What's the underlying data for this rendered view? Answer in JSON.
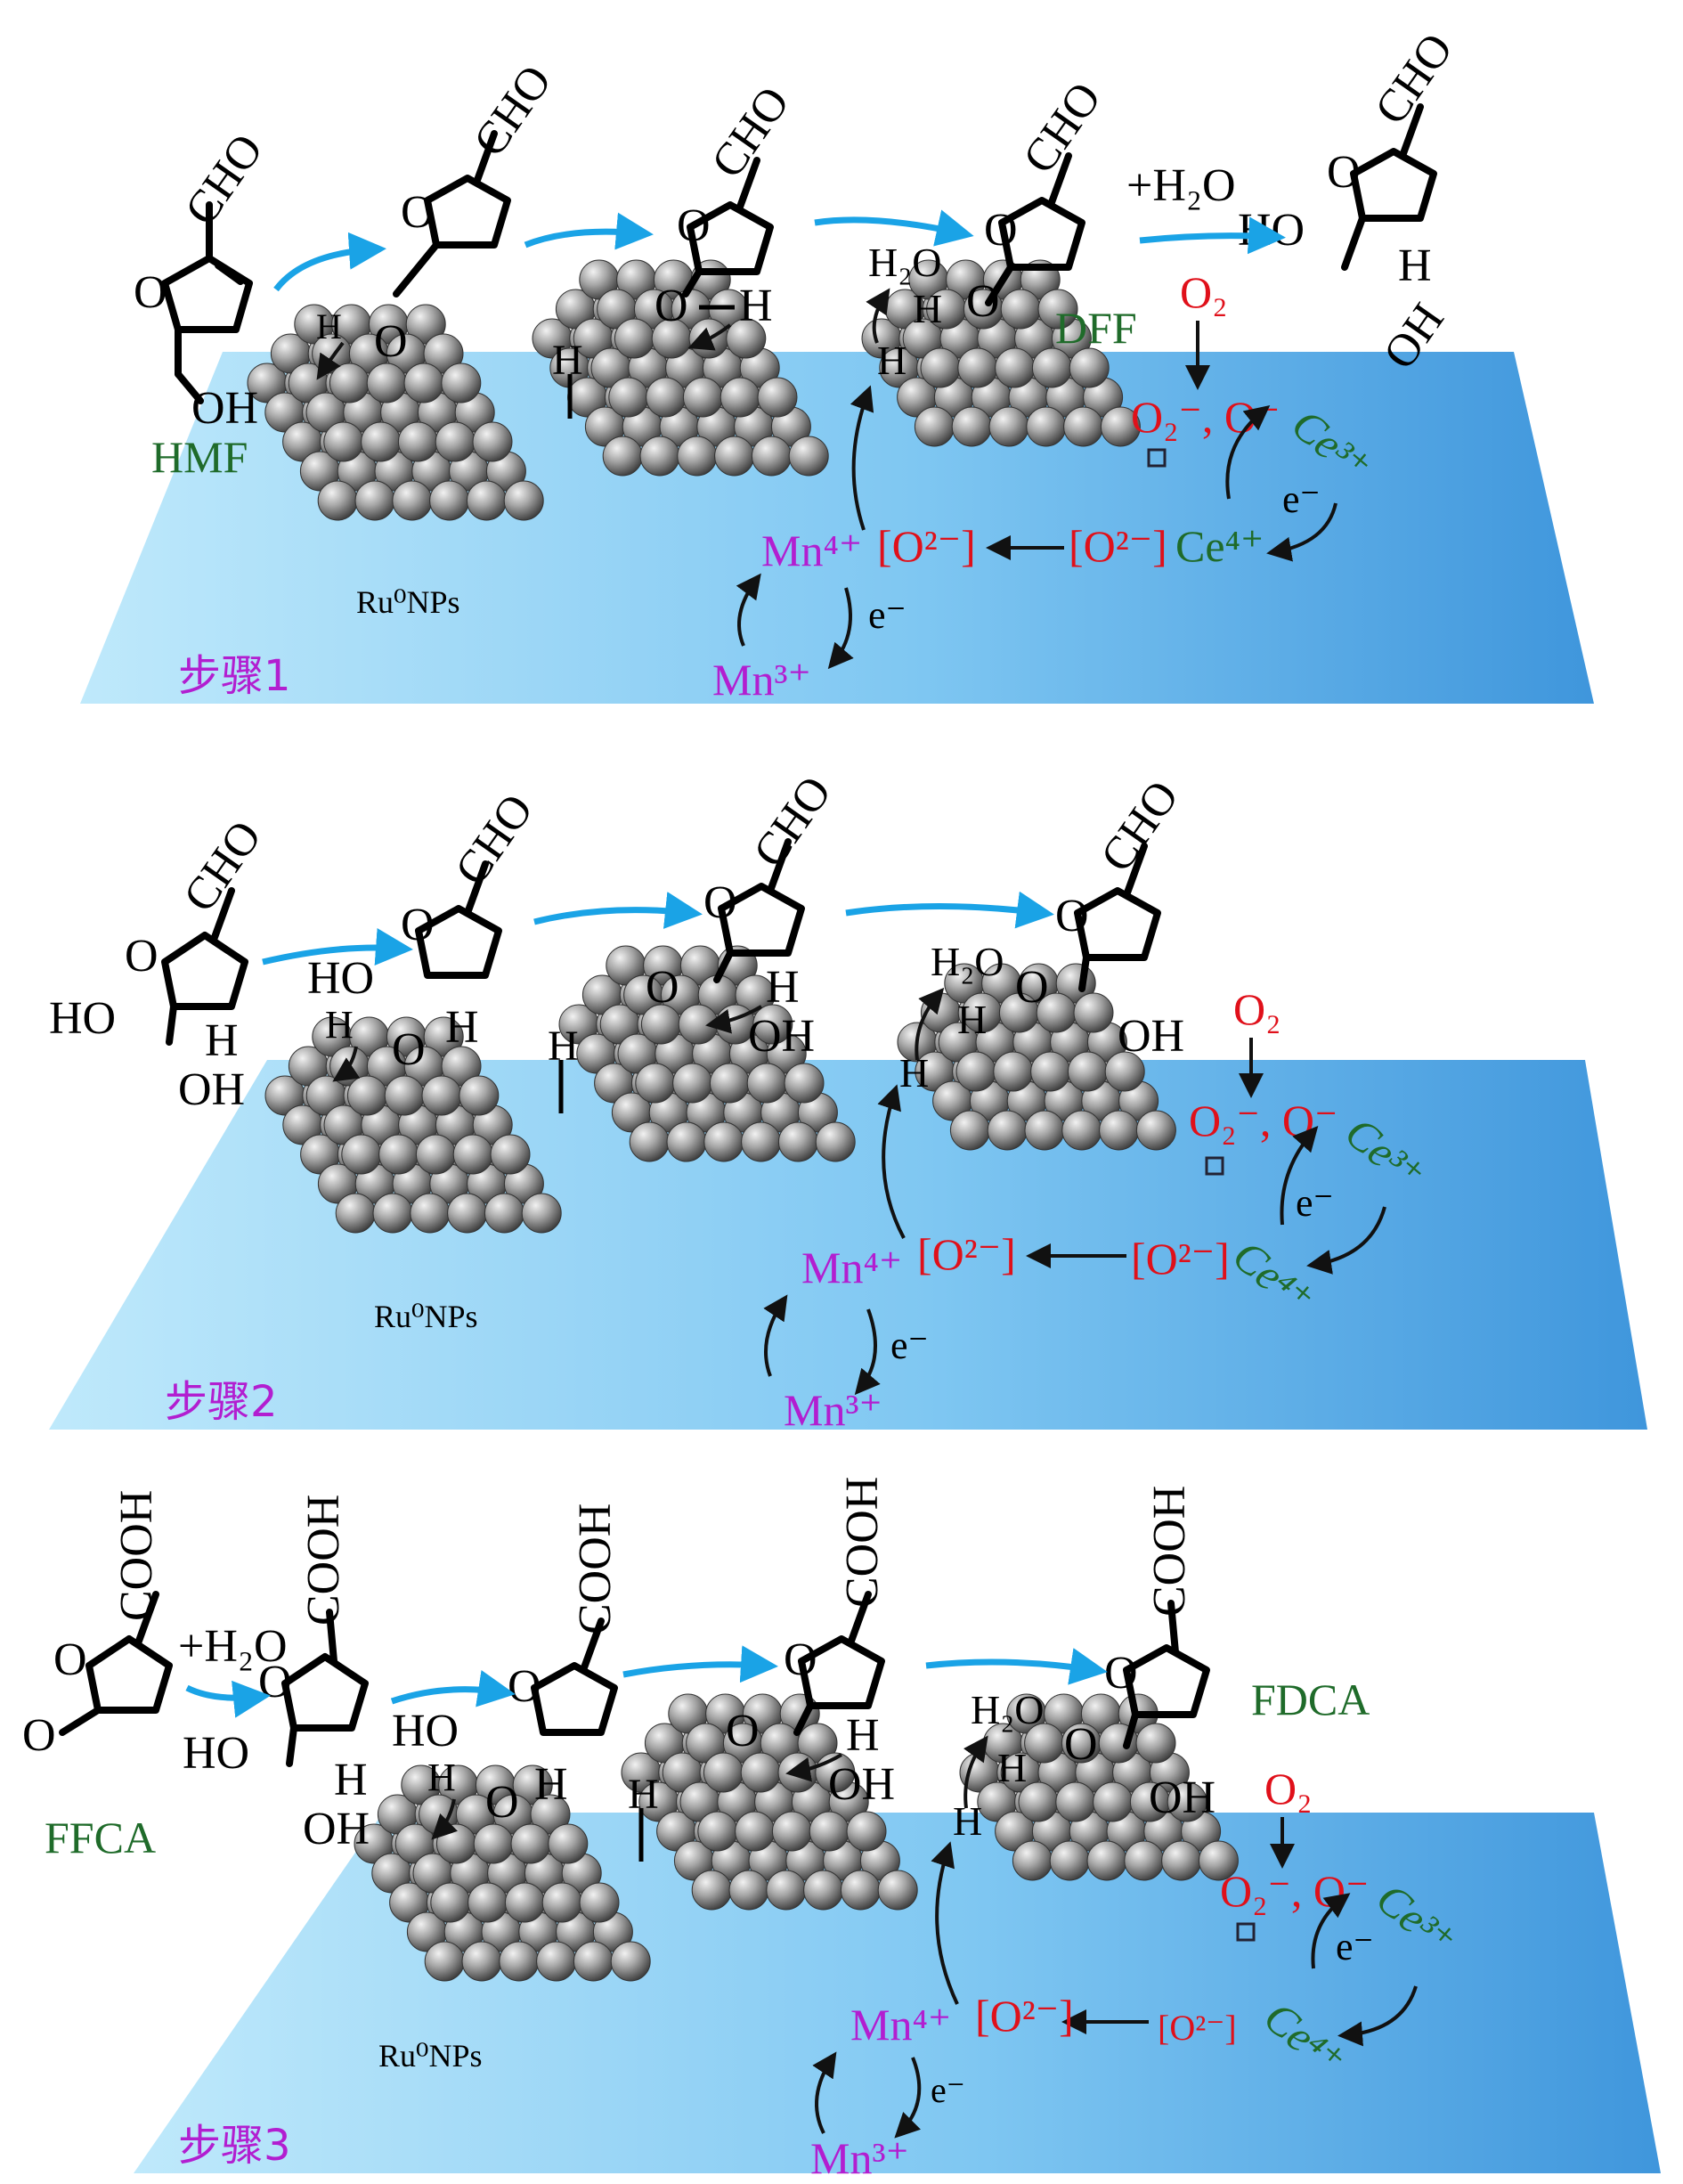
{
  "panels": [
    {
      "step_label": "步骤1",
      "catalyst_label": "Ru⁰NPs",
      "start_label": "HMF",
      "product_label": "DFF",
      "water_add": "+H₂O",
      "water_out": "H₂O",
      "o2": "O₂",
      "superoxide": "O₂⁻, O⁻",
      "ce3": "Ce³⁺",
      "ce4": "Ce⁴⁺",
      "oxide_a": "[O²⁻]",
      "oxide_b": "[O²⁻]",
      "mn4": "Mn⁴⁺",
      "mn3": "Mn³⁺",
      "electron": "e⁻",
      "electron2": "e⁻",
      "hydrogen": "H",
      "substituents": {
        "cho": "CHO",
        "oh": "OH",
        "o": "O",
        "h": "H",
        "ho": "HO"
      }
    },
    {
      "step_label": "步骤2",
      "catalyst_label": "Ru⁰NPs",
      "water_out": "H₂O",
      "o2": "O₂",
      "superoxide": "O₂⁻, O⁻",
      "ce3": "Ce³⁺",
      "ce4": "Ce⁴⁺",
      "oxide_a": "[O²⁻]",
      "oxide_b": "[O²⁻]",
      "mn4": "Mn⁴⁺",
      "mn3": "Mn³⁺",
      "electron": "e⁻",
      "electron2": "e⁻",
      "hydrogen": "H",
      "substituents": {
        "cho": "CHO",
        "oh": "OH",
        "o": "O",
        "h": "H",
        "ho": "HO"
      }
    },
    {
      "step_label": "步骤3",
      "catalyst_label": "Ru⁰NPs",
      "start_label": "FFCA",
      "product_label": "FDCA",
      "water_add": "+H₂O",
      "water_out": "H₂O",
      "o2": "O₂",
      "superoxide": "O₂⁻, O⁻",
      "ce3": "Ce³⁺",
      "ce4": "Ce⁴⁺",
      "oxide_a": "[O²⁻]",
      "oxide_b": "[O²⁻]",
      "mn4": "Mn⁴⁺",
      "mn3": "Mn³⁺",
      "electron": "e⁻",
      "electron2": "e⁻",
      "hydrogen": "H",
      "substituents": {
        "cooh": "COOH",
        "oh": "OH",
        "o": "O",
        "h": "H",
        "ho": "HO"
      }
    }
  ],
  "colors": {
    "plate_light": "#bfe9fb",
    "plate_dark": "#4aa3e0",
    "flow_arrow": "#1aa3e6",
    "product_green": "#1f6b2a",
    "oxygen_red": "#e0101a",
    "manganese_purple": "#b21ed0",
    "sphere": "#8c8c8c"
  }
}
